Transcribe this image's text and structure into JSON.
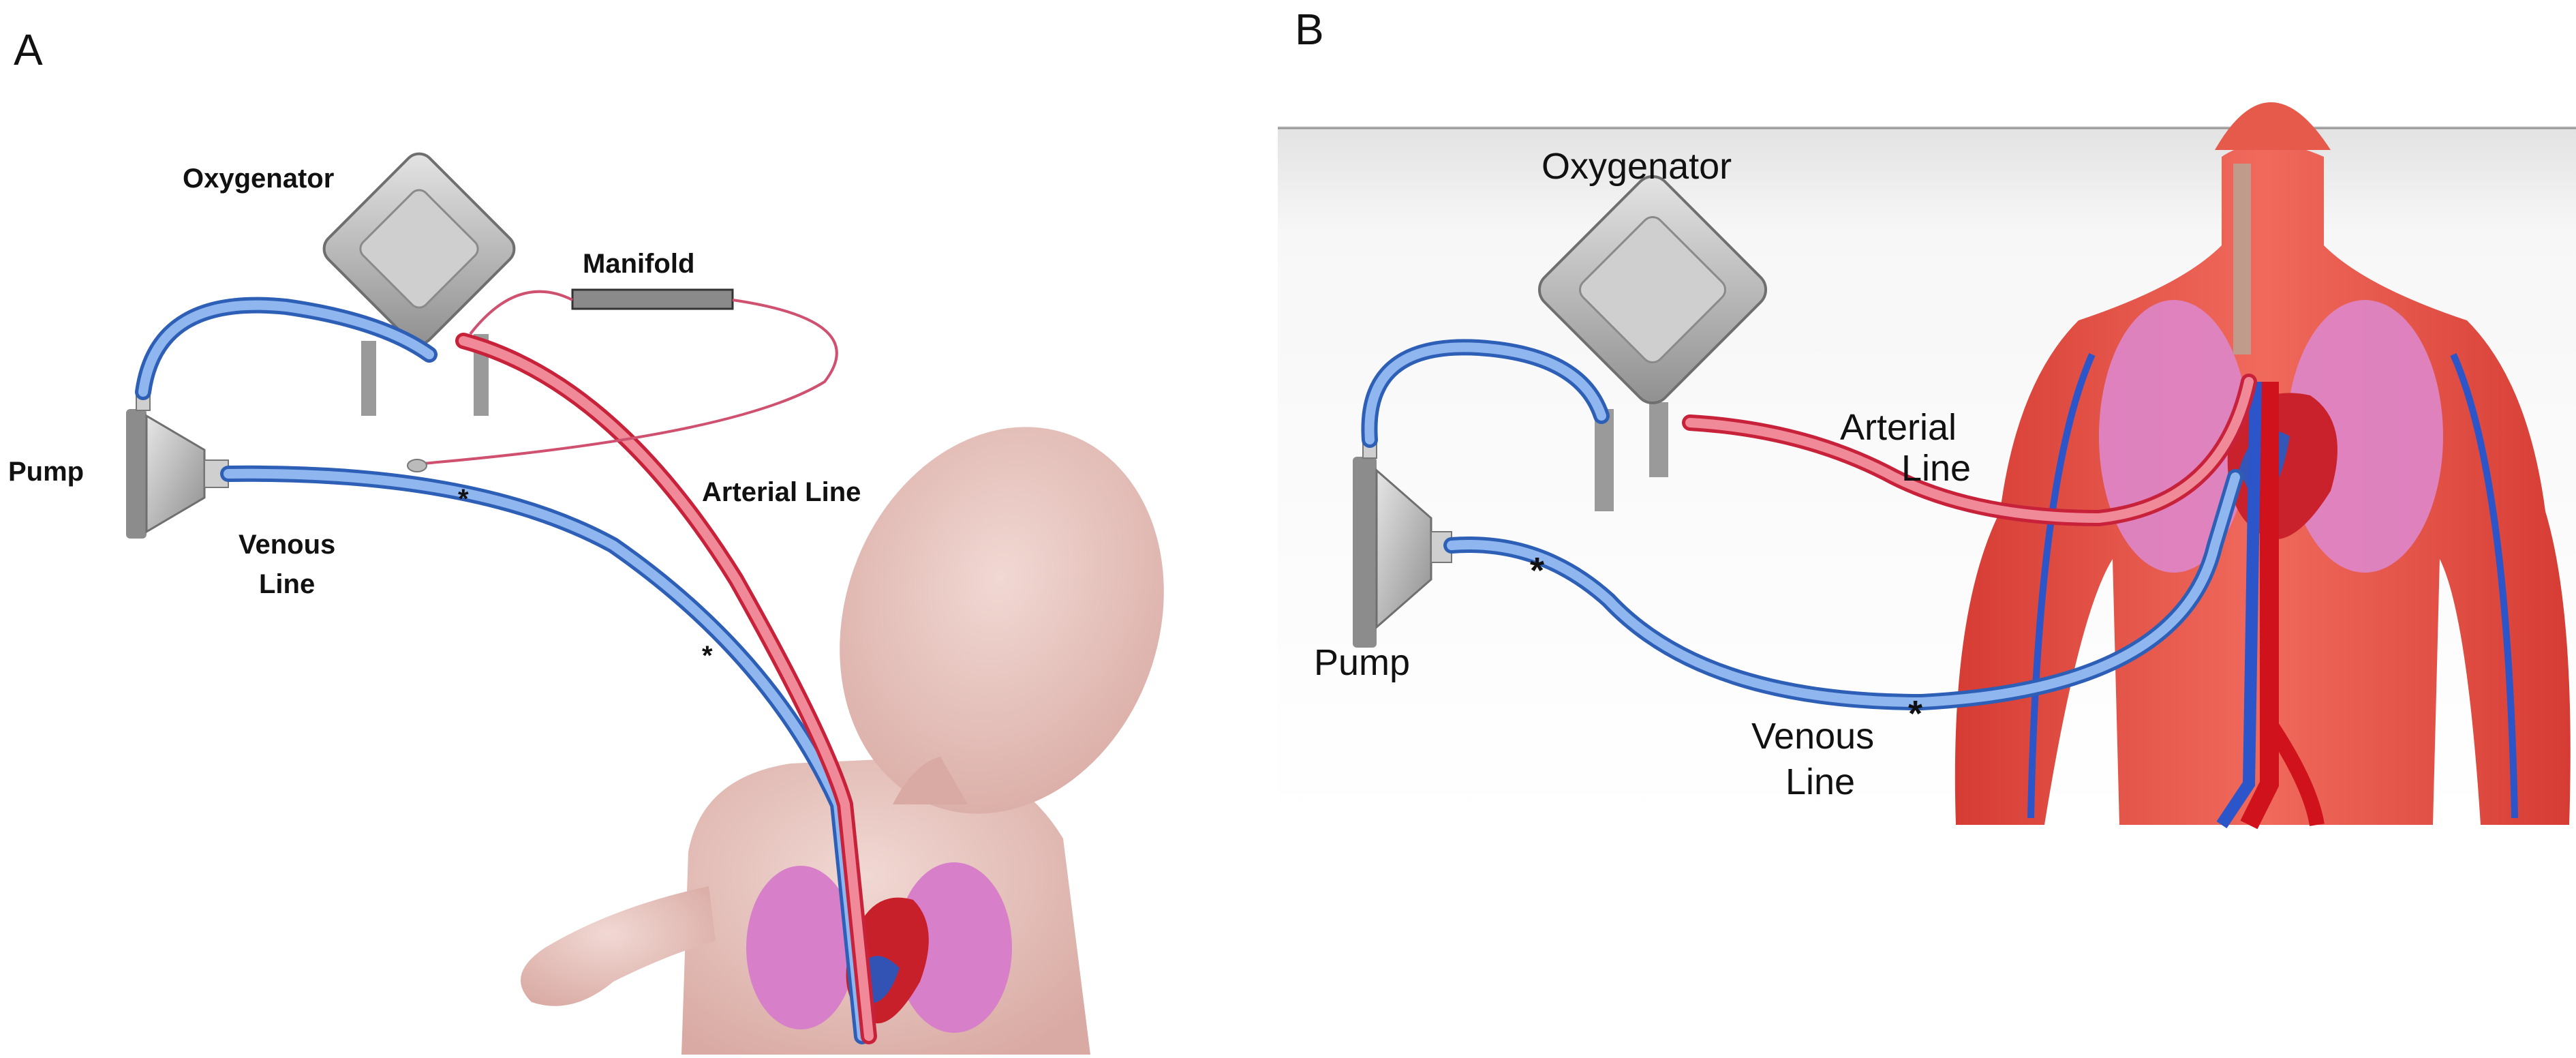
{
  "panels": [
    {
      "letter": "A",
      "labels": {
        "oxygenator": "Oxygenator",
        "manifold": "Manifold",
        "pump": "Pump",
        "venous_line": [
          "Venous",
          "Line"
        ],
        "arterial_line": "Arterial Line",
        "marker": "*"
      }
    },
    {
      "letter": "B",
      "labels": {
        "oxygenator": "Oxygenator",
        "pump": "Pump",
        "venous_line": [
          "Venous",
          "Line"
        ],
        "arterial_line": [
          "Arterial",
          "Line"
        ],
        "marker": "*"
      }
    }
  ],
  "colors": {
    "venous_tube": "#4a7fd6",
    "arterial_tube": "#e23a4a",
    "device_gray": "#b8b8b8",
    "skin_infant": "#e9c9c4",
    "body_red": "#e14c42",
    "lung_pink": "#d87cc0",
    "panel_b_bg": "#f4f4f4"
  }
}
